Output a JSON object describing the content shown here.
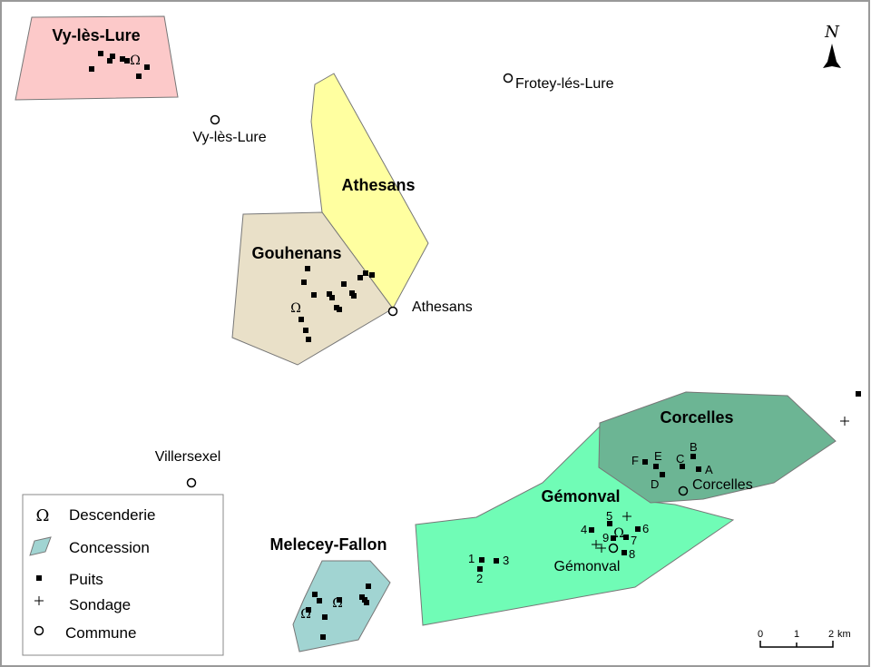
{
  "colors": {
    "vy_les_lure": "#fcc9c9",
    "athesans": "#ffffa0",
    "gouhenans": "#e9e0c8",
    "corcelles": "#6cb594",
    "gemonval": "#70fcb6",
    "melecey_fallon": "#a1d4d2",
    "legend_concession": "#a1d4d2"
  },
  "concessions": [
    {
      "id": "vy_les_lure",
      "name": "Vy-lès-Lure"
    },
    {
      "id": "athesans",
      "name": "Athesans"
    },
    {
      "id": "gouhenans",
      "name": "Gouhenans"
    },
    {
      "id": "corcelles",
      "name": "Corcelles"
    },
    {
      "id": "gemonval",
      "name": "Gémonval"
    },
    {
      "id": "melecey_fallon",
      "name": "Melecey-Fallon"
    }
  ],
  "communes": [
    "Vy-lès-Lure",
    "Frotey-lés-Lure",
    "Athesans",
    "Villersexel",
    "Corcelles",
    "Gémonval"
  ],
  "well_labels": {
    "corcelles": [
      "A",
      "B",
      "C",
      "D",
      "E",
      "F"
    ],
    "gemonval": [
      "1",
      "2",
      "3",
      "4",
      "5",
      "6",
      "7",
      "8",
      "9"
    ]
  },
  "legend": {
    "items": [
      {
        "icon": "omega-icon",
        "label": "Descenderie"
      },
      {
        "icon": "concession-polygon-icon",
        "label": "Concession"
      },
      {
        "icon": "square-icon",
        "label": "Puits"
      },
      {
        "icon": "plus-icon",
        "label": "Sondage"
      },
      {
        "icon": "circle-icon",
        "label": "Commune"
      }
    ]
  },
  "north_arrow": {
    "label": "N"
  },
  "scale_bar": {
    "ticks": [
      "0",
      "1",
      "2"
    ],
    "unit": "km"
  }
}
